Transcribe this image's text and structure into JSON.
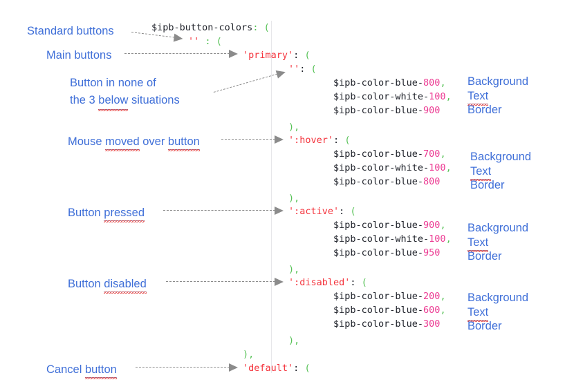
{
  "code": {
    "root_var": "$ipb-button-colors",
    "lines": [
      {
        "indent": 0,
        "type": "map_open",
        "key": "$ipb-button-colors",
        "key_kind": "var"
      },
      {
        "indent": 1,
        "type": "map_open",
        "key": "''",
        "key_kind": "str"
      },
      {
        "indent": 2,
        "type": "map_open",
        "key": "'primary'",
        "key_kind": "str"
      },
      {
        "indent": 3,
        "type": "map_open",
        "key": "''",
        "key_kind": "str"
      },
      {
        "indent": 4,
        "type": "value",
        "name": "$ipb-color-blue-",
        "num": "800",
        "comma": true
      },
      {
        "indent": 4,
        "type": "value",
        "name": "$ipb-color-white-",
        "num": "100",
        "comma": true
      },
      {
        "indent": 4,
        "type": "value",
        "name": "$ipb-color-blue-",
        "num": "900",
        "comma": false
      },
      {
        "indent": 3,
        "type": "close",
        "text": "),"
      },
      {
        "indent": 3,
        "type": "map_open",
        "key": "':hover'",
        "key_kind": "str"
      },
      {
        "indent": 4,
        "type": "value",
        "name": "$ipb-color-blue-",
        "num": "700",
        "comma": true
      },
      {
        "indent": 4,
        "type": "value",
        "name": "$ipb-color-white-",
        "num": "100",
        "comma": true
      },
      {
        "indent": 4,
        "type": "value",
        "name": "$ipb-color-blue-",
        "num": "800",
        "comma": false
      },
      {
        "indent": 3,
        "type": "close",
        "text": "),"
      },
      {
        "indent": 3,
        "type": "map_open",
        "key": "':active'",
        "key_kind": "str"
      },
      {
        "indent": 4,
        "type": "value",
        "name": "$ipb-color-blue-",
        "num": "900",
        "comma": true
      },
      {
        "indent": 4,
        "type": "value",
        "name": "$ipb-color-white-",
        "num": "100",
        "comma": true
      },
      {
        "indent": 4,
        "type": "value",
        "name": "$ipb-color-blue-",
        "num": "950",
        "comma": false
      },
      {
        "indent": 3,
        "type": "close",
        "text": "),"
      },
      {
        "indent": 3,
        "type": "map_open",
        "key": "':disabled'",
        "key_kind": "str"
      },
      {
        "indent": 4,
        "type": "value",
        "name": "$ipb-color-blue-",
        "num": "200",
        "comma": true
      },
      {
        "indent": 4,
        "type": "value",
        "name": "$ipb-color-blue-",
        "num": "600",
        "comma": true
      },
      {
        "indent": 4,
        "type": "value",
        "name": "$ipb-color-blue-",
        "num": "300",
        "comma": false
      },
      {
        "indent": 3,
        "type": "close",
        "text": "),"
      },
      {
        "indent": 2,
        "type": "close",
        "text": "),"
      },
      {
        "indent": 2,
        "type": "map_open",
        "key": "'default'",
        "key_kind": "str"
      }
    ],
    "colon": ":",
    "open_paren": "(",
    "close_paren_comma": "),"
  },
  "annotations": {
    "left": [
      {
        "id": "standard-buttons",
        "text": "Standard buttons",
        "squiggle": []
      },
      {
        "id": "main-buttons",
        "text": "Main buttons",
        "squiggle": []
      },
      {
        "id": "button-none",
        "line1": "Button in none of",
        "line2_a": "the 3 ",
        "line2_b": "below",
        "line2_c": " situations"
      },
      {
        "id": "mouse-hover",
        "a": "Mouse ",
        "b": "moved",
        "c": " over ",
        "d": "button"
      },
      {
        "id": "button-pressed",
        "a": "Button ",
        "b": "pressed"
      },
      {
        "id": "button-disabled",
        "a": "Button ",
        "b": "disabled"
      },
      {
        "id": "cancel-button",
        "a": "Cancel ",
        "b": "button"
      }
    ],
    "right_groups": [
      {
        "background": "Background",
        "text": "Text",
        "border": "Border"
      },
      {
        "background": "Background",
        "text": "Text",
        "border": "Border"
      },
      {
        "background": "Background",
        "text": "Text",
        "border": "Border"
      },
      {
        "background": "Background",
        "text": "Text",
        "border": "Border"
      }
    ]
  },
  "colors": {
    "annotation_blue": "#3f6fd8",
    "string_red": "#f4333c",
    "number_magenta": "#ec3a92",
    "paren_green": "#57c257",
    "identifier_dark": "#20232b",
    "arrow_gray": "#8b8b8b",
    "squiggle_red": "#e23b3b",
    "background": "#ffffff"
  }
}
